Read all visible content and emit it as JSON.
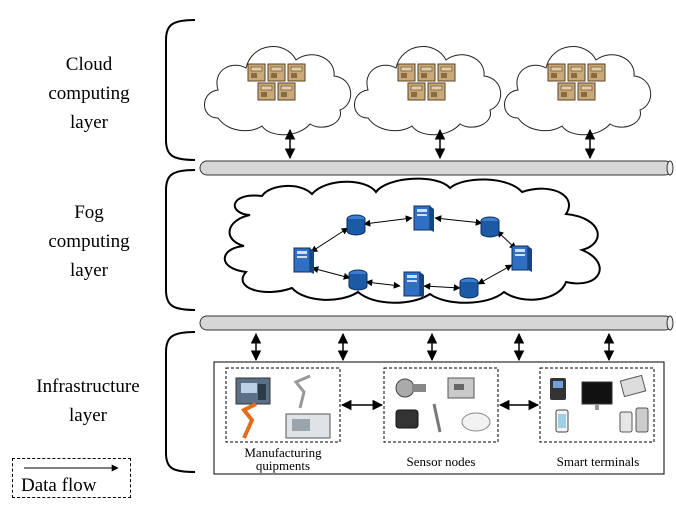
{
  "layers": {
    "cloud": [
      "Cloud",
      "computing",
      "layer"
    ],
    "fog": [
      "Fog",
      "computing",
      "layer"
    ],
    "infrastructure": [
      "Infrastructure",
      "layer"
    ]
  },
  "groups": {
    "manufacturing": [
      "Manufacturing",
      "quipments"
    ],
    "sensors": "Sensor nodes",
    "terminals": "Smart terminals"
  },
  "legend": {
    "label": "Data flow"
  },
  "colors": {
    "bus_fill": "#d6d6d6",
    "server_box": "#c9a97a",
    "fog_node": "#1d5aa6",
    "cloud_stroke": "#222222"
  },
  "icons": {
    "cloud_node": "server-cluster-icon",
    "fog_node": "database-icon",
    "fog_server": "server-tower-icon"
  }
}
